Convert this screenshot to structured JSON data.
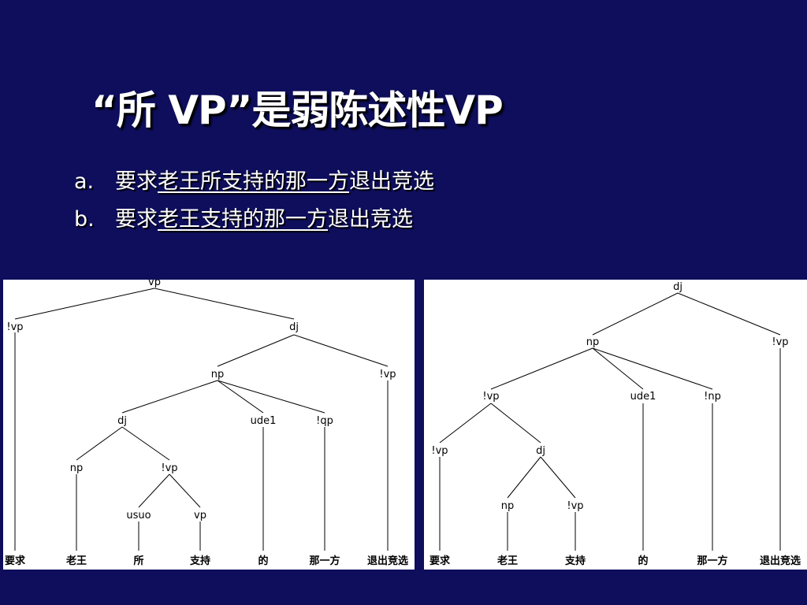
{
  "slide": {
    "title": "“所 VP”是弱陈述性VP",
    "bullets": [
      {
        "marker": "a.",
        "pre": "要求",
        "underlined": "老王所支持的那一方",
        "post": "退出竞选"
      },
      {
        "marker": "b.",
        "pre": "要求",
        "underlined": "老王支持的那一方",
        "post": "退出竞选"
      }
    ]
  },
  "colors": {
    "background": "#0e0e5c",
    "text": "#ffffff",
    "panel": "#ffffff",
    "tree_ink": "#000000"
  },
  "trees": [
    {
      "name": "tree-a",
      "nodes": [
        {
          "id": "n1",
          "label": "vp"
        },
        {
          "id": "n2",
          "label": "!vp"
        },
        {
          "id": "n3",
          "label": "dj"
        },
        {
          "id": "n4",
          "label": "np"
        },
        {
          "id": "n5",
          "label": "!vp"
        },
        {
          "id": "n6",
          "label": "dj"
        },
        {
          "id": "n7",
          "label": "ude1"
        },
        {
          "id": "n8",
          "label": "!qp"
        },
        {
          "id": "n9",
          "label": "np"
        },
        {
          "id": "n10",
          "label": "!vp"
        },
        {
          "id": "n11",
          "label": "usuo"
        },
        {
          "id": "n12",
          "label": "vp"
        },
        {
          "id": "l1",
          "label": "要求"
        },
        {
          "id": "l2",
          "label": "老王"
        },
        {
          "id": "l3",
          "label": "所"
        },
        {
          "id": "l4",
          "label": "支持"
        },
        {
          "id": "l5",
          "label": "的"
        },
        {
          "id": "l6",
          "label": "那一方"
        },
        {
          "id": "l7",
          "label": "退出竞选"
        }
      ]
    },
    {
      "name": "tree-b",
      "nodes": [
        {
          "id": "n1",
          "label": "dj"
        },
        {
          "id": "n2",
          "label": "np"
        },
        {
          "id": "n3",
          "label": "!vp"
        },
        {
          "id": "n4",
          "label": "!vp"
        },
        {
          "id": "n5",
          "label": "ude1"
        },
        {
          "id": "n6",
          "label": "!np"
        },
        {
          "id": "n7",
          "label": "!vp"
        },
        {
          "id": "n8",
          "label": "dj"
        },
        {
          "id": "n9",
          "label": "np"
        },
        {
          "id": "n10",
          "label": "!vp"
        },
        {
          "id": "l1",
          "label": "要求"
        },
        {
          "id": "l2",
          "label": "老王"
        },
        {
          "id": "l3",
          "label": "支持"
        },
        {
          "id": "l4",
          "label": "的"
        },
        {
          "id": "l5",
          "label": "那一方"
        },
        {
          "id": "l6",
          "label": "退出竞选"
        }
      ]
    }
  ]
}
